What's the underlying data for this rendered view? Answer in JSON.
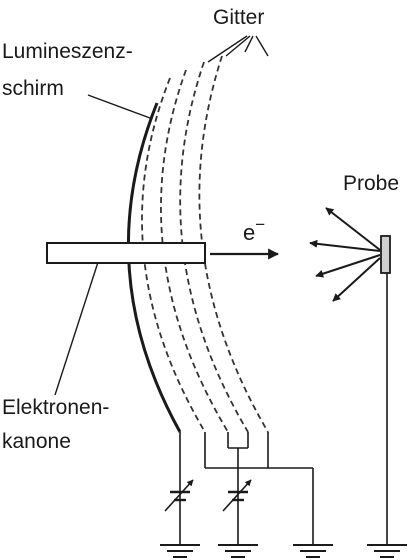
{
  "labels": {
    "gitter": "Gitter",
    "schirm_line1": "Lumineszenz-",
    "schirm_line2": "schirm",
    "probe": "Probe",
    "electron_base": "e",
    "electron_sup": "−",
    "kanone_line1": "Elektronen-",
    "kanone_line2": "kanone"
  },
  "colors": {
    "ink": "#1a1a1a",
    "dash": "#333333",
    "sample_fill": "#cfcfcf",
    "background": "#ffffff"
  }
}
